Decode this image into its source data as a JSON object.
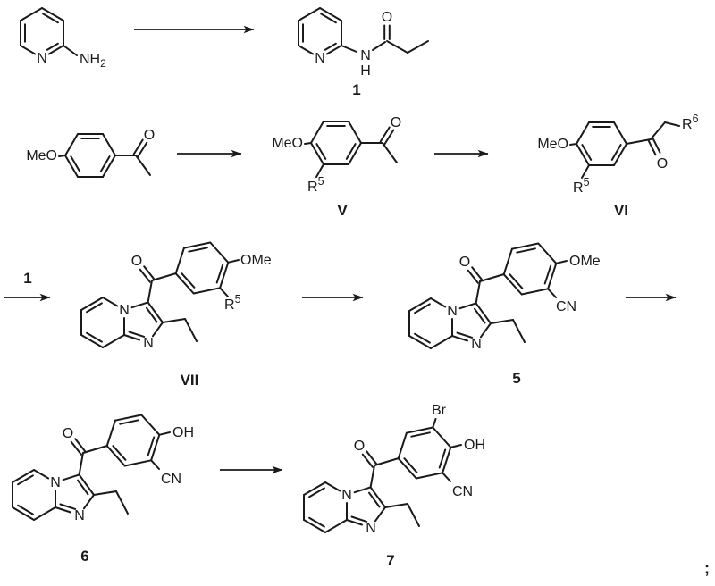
{
  "colors": {
    "ink": "#1a1a1a",
    "background": "#ffffff"
  },
  "scheme": {
    "reagent_over_arrow": "1",
    "terminator": ";"
  },
  "compounds": {
    "aminopyridine": {
      "ring_n": "N",
      "amine": "NH",
      "amine_sub": "2"
    },
    "compound1": {
      "label": "1",
      "ring_n": "N",
      "amide_n": "N",
      "amide_h": "H",
      "carbonyl_o": "O"
    },
    "anisole": {
      "methoxy": "MeO",
      "carbonyl_o": "O"
    },
    "compound_v": {
      "label": "V",
      "methoxy": "MeO",
      "carbonyl_o": "O",
      "r5": "R",
      "r5_sup": "5"
    },
    "compound_vi": {
      "label": "VI",
      "methoxy": "MeO",
      "carbonyl_o": "O",
      "r5": "R",
      "r5_sup": "5",
      "r6": "R",
      "r6_sup": "6"
    },
    "compound_vii": {
      "label": "VII",
      "bridgehead_n": "N",
      "imine_n": "N",
      "carbonyl_o": "O",
      "methoxy": "OMe",
      "r5": "R",
      "r5_sup": "5"
    },
    "compound_5": {
      "label": "5",
      "bridgehead_n": "N",
      "imine_n": "N",
      "carbonyl_o": "O",
      "methoxy": "OMe",
      "nitrile": "CN"
    },
    "compound_6": {
      "label": "6",
      "bridgehead_n": "N",
      "imine_n": "N",
      "carbonyl_o": "O",
      "hydroxyl": "OH",
      "nitrile": "CN"
    },
    "compound_7": {
      "label": "7",
      "bridgehead_n": "N",
      "imine_n": "N",
      "carbonyl_o": "O",
      "hydroxyl": "OH",
      "nitrile": "CN",
      "bromo": "Br"
    }
  }
}
